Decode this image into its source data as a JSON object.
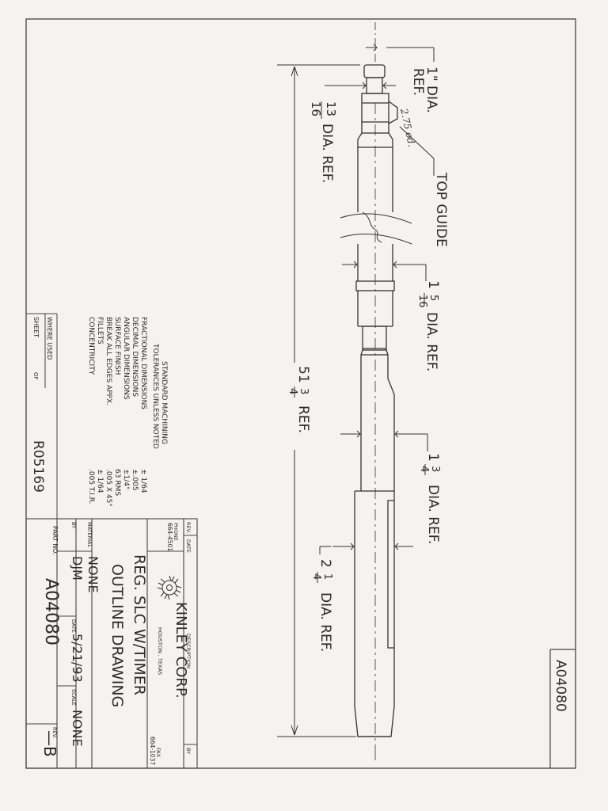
{
  "drawing": {
    "number_tab": "A04080",
    "notes": {
      "top_dia": "1\" DIA.",
      "top_ref": "REF.",
      "handwritten": "2.75 od.",
      "top_guide": "TOP GUIDE",
      "dia_13_16_num": "13",
      "dia_13_16_den": "16",
      "dia_13_16_text": "DIA. REF.",
      "dia_1_5_16_whole": "1",
      "dia_1_5_16_num": "5",
      "dia_1_5_16_den": "16",
      "dia_1_5_16_text": "DIA. REF.",
      "len_whole": "51",
      "len_num": "3",
      "len_den": "4",
      "len_text": "REF.",
      "dia_1_3_4_whole": "1",
      "dia_1_3_4_num": "3",
      "dia_1_3_4_den": "4",
      "dia_1_3_4_text": "DIA. REF.",
      "dia_2_1_4_whole": "2",
      "dia_2_1_4_num": "1",
      "dia_2_1_4_den": "4",
      "dia_2_1_4_text": "DIA. REF."
    }
  },
  "tolerances": {
    "heading_1": "STANDARD MACHINING",
    "heading_2": "TOLERANCES UNLESS NOTED",
    "rows": [
      {
        "label": "FRACTIONAL DIMENSIONS",
        "value": "± 1/64"
      },
      {
        "label": "DECIMAL DIMENSIONS",
        "value": "±.005"
      },
      {
        "label": "ANGULAR DIMENSIONS",
        "value": "±1/4°"
      },
      {
        "label": "SURFACE FINISH",
        "value": "63 RMS"
      },
      {
        "label": "BREAK ALL EDGES APPX.",
        "value": ".005 X 45°"
      },
      {
        "label": "FILLETS",
        "value": "± 1/64"
      },
      {
        "label": "CONCENTRICITY",
        "value": ".005 T.I.R."
      }
    ]
  },
  "where_used": {
    "label": "WHERE USED",
    "value": "R05169",
    "sheet_label": "SHEET",
    "of_label": "OF"
  },
  "title_block": {
    "rev_label": "REV.",
    "date_label": "DATE",
    "description_label": "DESCRIPTION",
    "by_label": "BY",
    "company": "KINLEY CORP.",
    "city": "HOUSTON , TEXAS",
    "phone_label": "PHONE",
    "phone": "664-4501",
    "fax_label": "FAX",
    "fax": "664-1037",
    "title_1": "REG. SLC W/TIMER",
    "title_2": "OUTLINE DRAWING",
    "material_label": "MATERIAL",
    "material": "NONE",
    "by_value_label": "BY",
    "by_value": "DJM",
    "date_value_label": "DATE",
    "date_value": "5/21/93",
    "scale_label": "SCALE",
    "scale": "NONE",
    "part_no_label": "PART NO.",
    "part_no": "A04080",
    "rev_value_label": "REV.",
    "rev_value": "—B"
  },
  "colors": {
    "paper": "#f4f3f0",
    "ink": "#2a2a2a"
  }
}
